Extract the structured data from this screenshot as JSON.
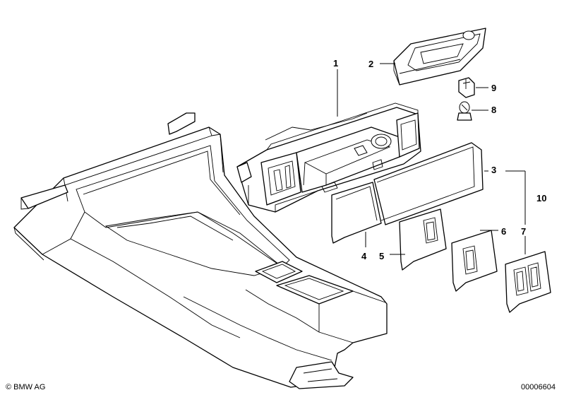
{
  "callouts": {
    "c1": "1",
    "c2": "2",
    "c3": "3",
    "c4": "4",
    "c5": "5",
    "c6": "6",
    "c7": "7",
    "c8": "8",
    "c9": "9",
    "c10": "10"
  },
  "footer": {
    "copyright": "© BMW AG",
    "diagram_number": "00006604"
  }
}
